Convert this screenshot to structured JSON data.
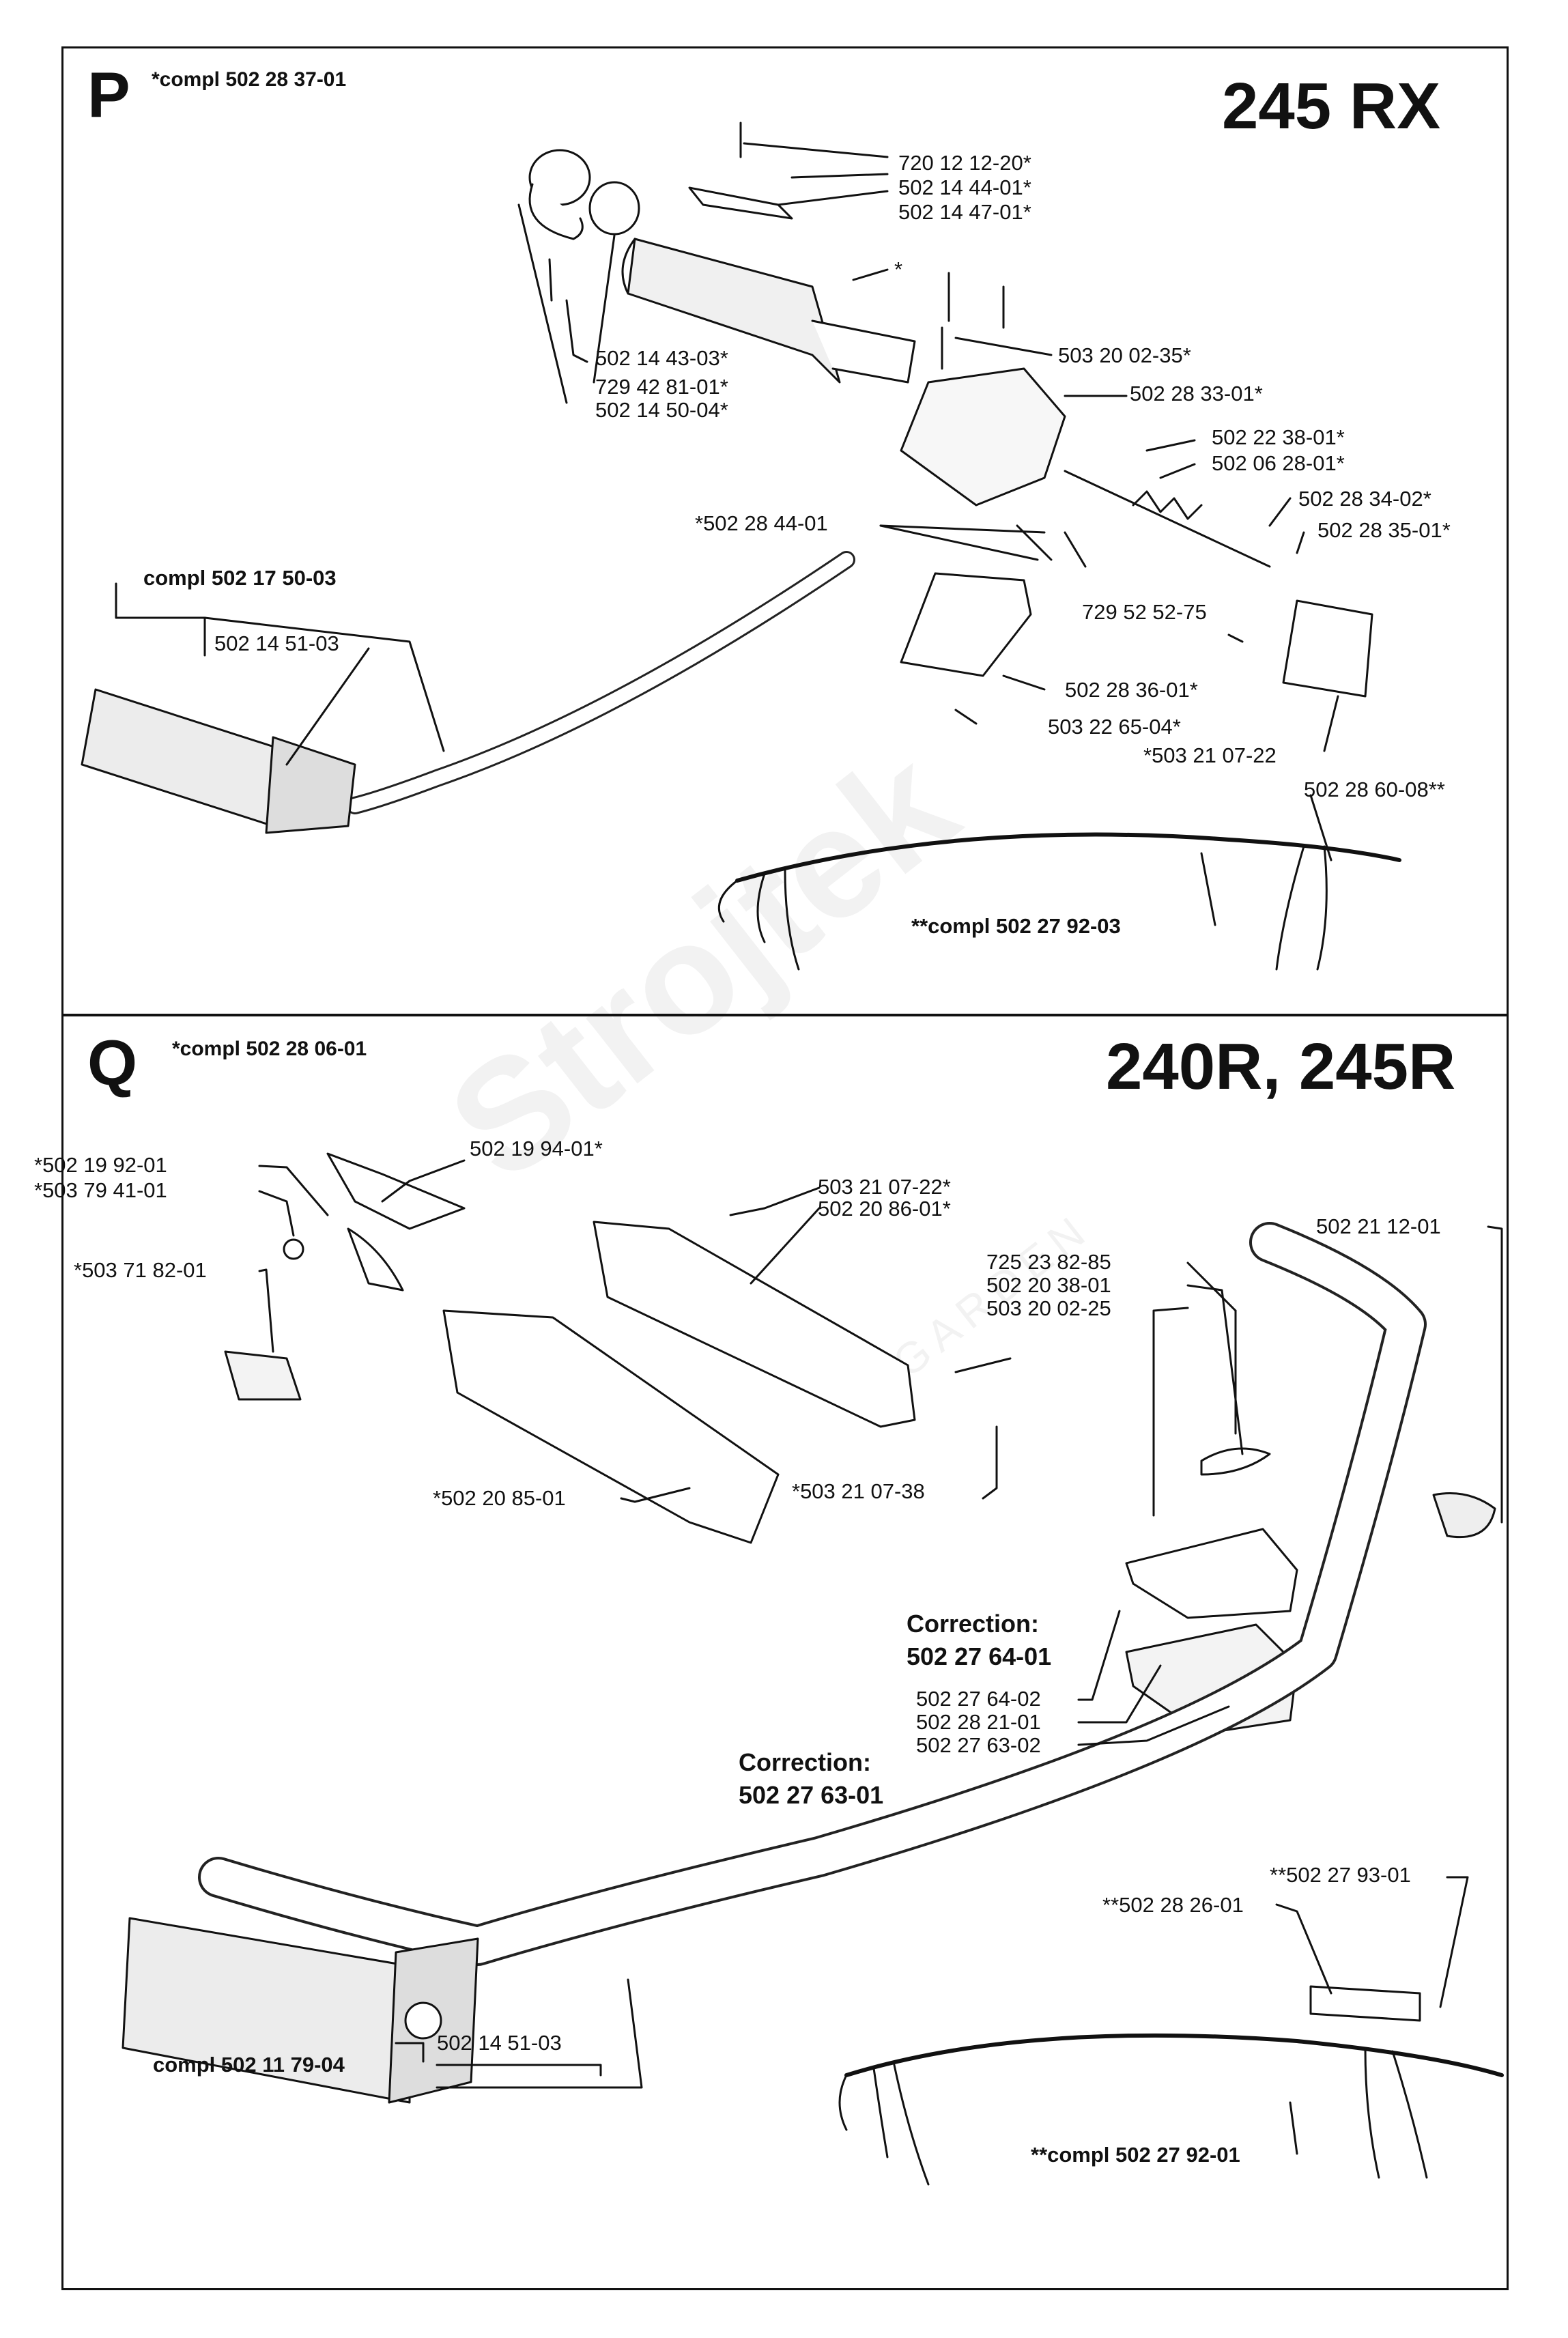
{
  "watermark": {
    "brand": "Strojtek",
    "sub": "GARDEN"
  },
  "panel_p": {
    "letter": "P",
    "compl": "*compl 502 28 37-01",
    "model": "245 RX",
    "labels": [
      "720 12 12-20*",
      "502 14 44-01*",
      "502 14 47-01*",
      "*",
      "502 14 43-03*",
      "729 42 81-01*",
      "502 14 50-04*",
      "503 20 02-35*",
      "502 28 33-01*",
      "502 22 38-01*",
      "502 06 28-01*",
      "502 28 34-02*",
      "502 28 35-01*",
      "*502 28 44-01",
      "compl 502 17 50-03",
      "502 14 51-03",
      "729 52 52-75",
      "502 28 36-01*",
      "503 22 65-04*",
      "*503 21 07-22",
      "502 28 60-08**",
      "**compl 502 27 92-03"
    ]
  },
  "panel_q": {
    "letter": "Q",
    "compl": "*compl 502 28 06-01",
    "model": "240R, 245R",
    "labels": [
      "*502 19 92-01",
      "*503 79 41-01",
      "502 19 94-01*",
      "*503 71 82-01",
      "503 21 07-22*",
      "502 20 86-01*",
      "502 21 12-01",
      "725 23 82-85",
      "502 20 38-01",
      "503 20 02-25",
      "*502 20 85-01",
      "*503 21 07-38",
      "502 27 64-02",
      "502 28 21-01",
      "502 27 63-02",
      "**502 27 93-01",
      "**502 28 26-01",
      "compl 502 11 79-04",
      "502 14 51-03",
      "**compl 502 27 92-01"
    ],
    "corrections": [
      {
        "title": "Correction:",
        "number": "502 27 64-01"
      },
      {
        "title": "Correction:",
        "number": "502 27 63-01"
      }
    ]
  }
}
